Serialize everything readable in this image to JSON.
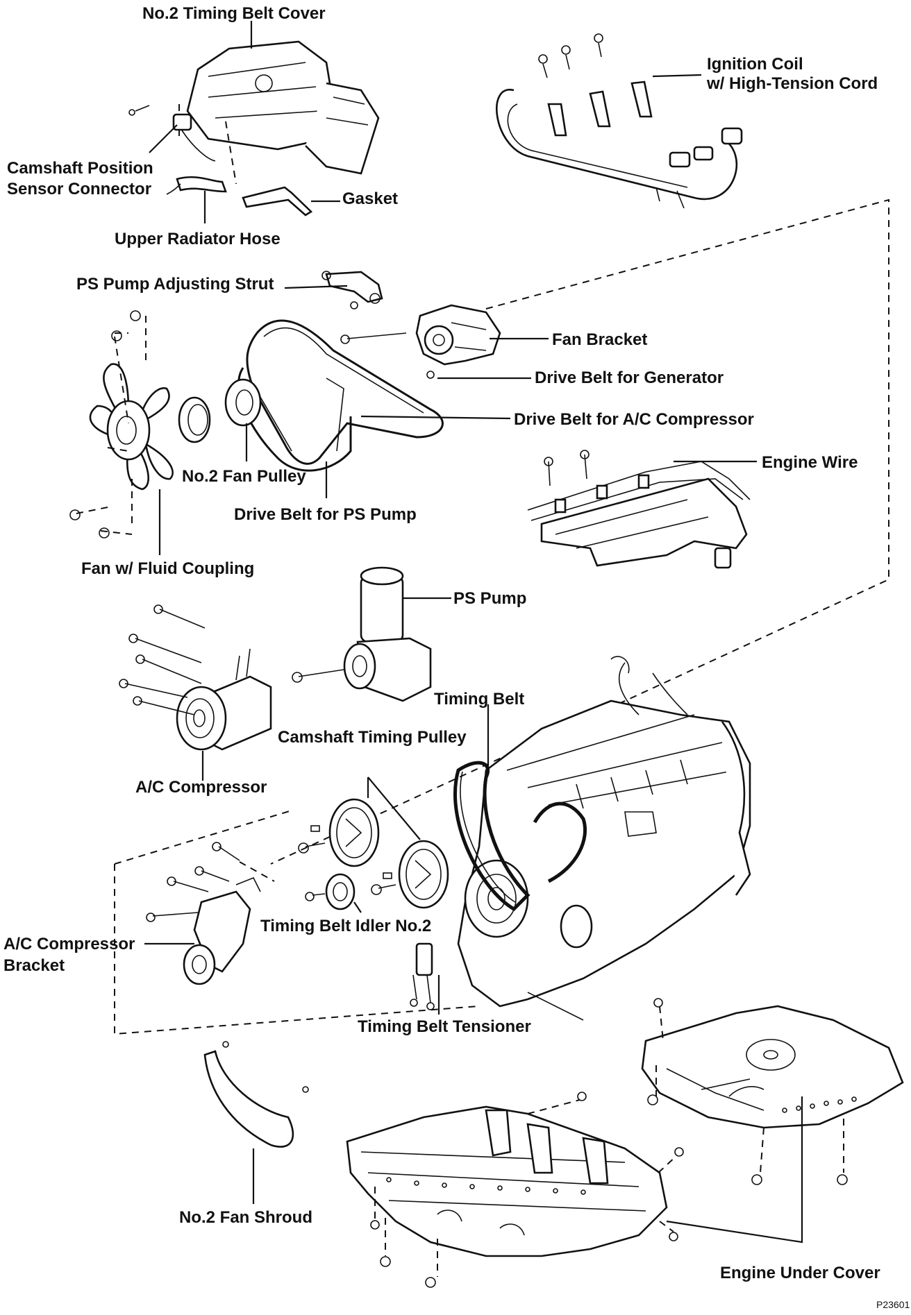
{
  "labels": {
    "no2_timing_belt_cover": "No.2 Timing Belt Cover",
    "ignition_coil_line1": "Ignition Coil",
    "ignition_coil_line2": "w/ High-Tension Cord",
    "camshaft_sensor_line1": "Camshaft Position",
    "camshaft_sensor_line2": "Sensor Connector",
    "gasket": "Gasket",
    "upper_radiator_hose": "Upper Radiator Hose",
    "ps_pump_adjusting_strut": "PS Pump Adjusting Strut",
    "fan_bracket": "Fan Bracket",
    "drive_belt_generator": "Drive Belt for Generator",
    "drive_belt_ac": "Drive Belt for A/C Compressor",
    "engine_wire": "Engine Wire",
    "no2_fan_pulley": "No.2 Fan Pulley",
    "drive_belt_ps_pump": "Drive Belt for PS Pump",
    "fan_fluid_coupling": "Fan w/ Fluid Coupling",
    "ps_pump": "PS Pump",
    "timing_belt": "Timing Belt",
    "camshaft_timing_pulley": "Camshaft Timing Pulley",
    "ac_compressor": "A/C Compressor",
    "ac_bracket_line1": "A/C Compressor",
    "ac_bracket_line2": "Bracket",
    "timing_belt_idler": "Timing Belt Idler No.2",
    "timing_belt_tensioner": "Timing Belt Tensioner",
    "no2_fan_shroud": "No.2 Fan Shroud",
    "engine_under_cover": "Engine Under Cover",
    "figure_code": "P23601"
  }
}
